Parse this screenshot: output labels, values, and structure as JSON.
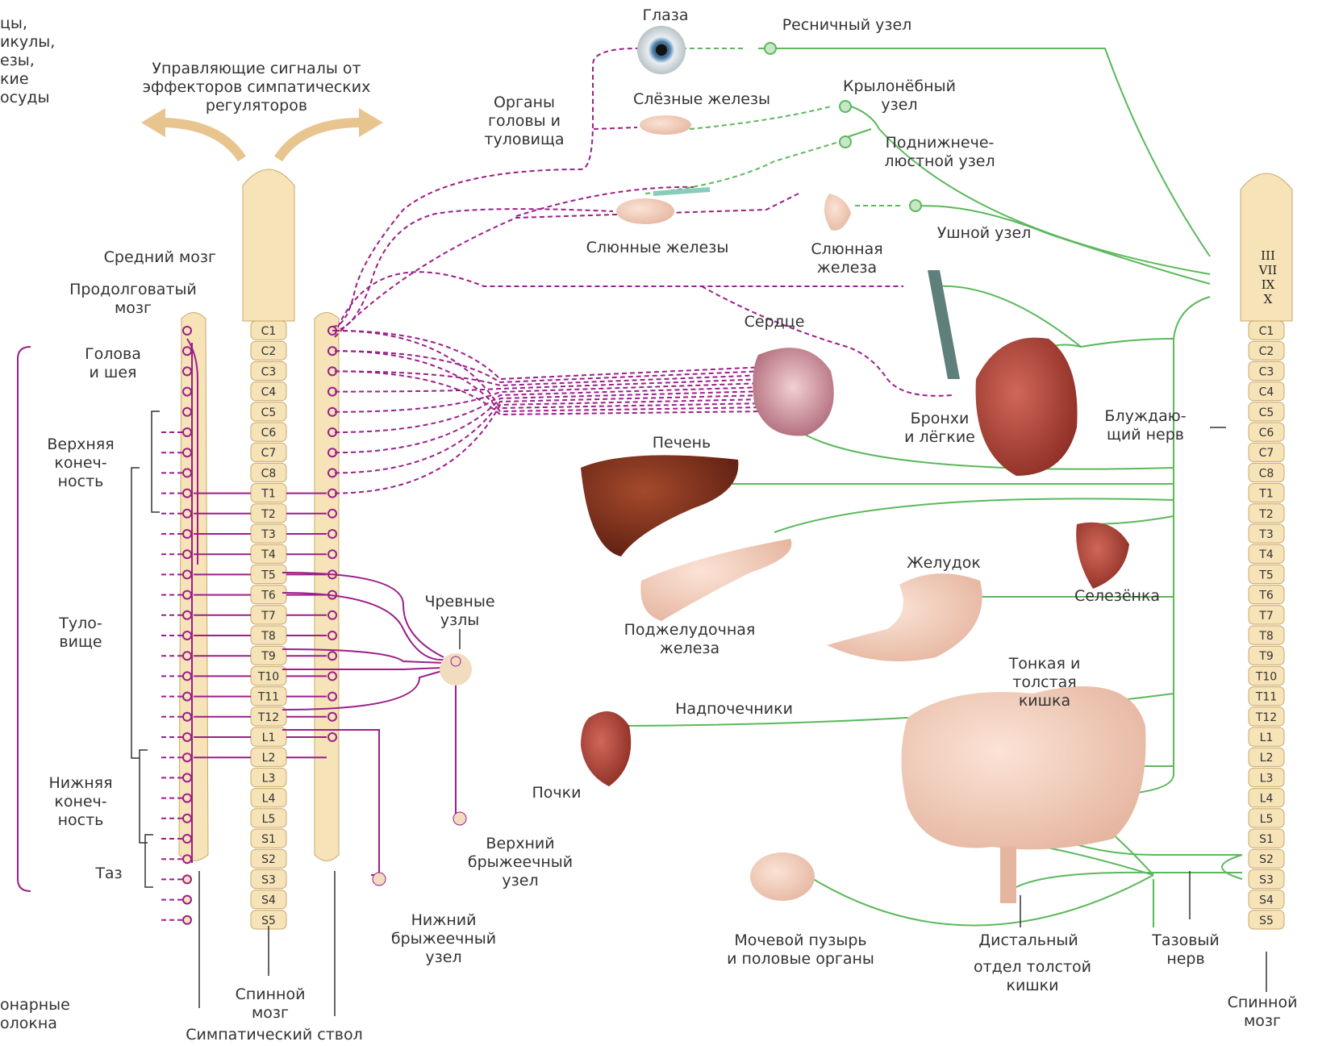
{
  "sympathetic": {
    "left_cut_text": "цы,\nикулы,\nезы,\nкие\nосуды",
    "control_signals": "Управляющие сигналы от\nэффекторов симпатических\nрегуляторов",
    "midbrain": "Средний мозг",
    "medulla": "Продолговатый\nмозг",
    "head_neck": "Голова\nи шея",
    "upper_limb": "Верхняя\nконеч-\nность",
    "trunk": "Туло-\nвище",
    "lower_limb": "Нижняя\nконеч-\nность",
    "pelvis": "Таз",
    "spinal_cord": "Спинной\nмозг",
    "sympathetic_trunk": "Симпатический ствол",
    "bottom_left_cut": "онарные\nолокна",
    "celiac_ganglia": "Чревные\nузлы",
    "superior_mesenteric": "Верхний\nбрыжеечный\nузел",
    "inferior_mesenteric": "Нижний\nбрыжеечный\nузел",
    "head_trunk_organs": "Органы\nголовы и\nтуловища"
  },
  "organs": {
    "eyes": "Глаза",
    "lacrimal": "Слёзные железы",
    "salivary": "Слюнные железы",
    "salivary_gland": "Слюнная\nжелеза",
    "heart": "Сердце",
    "bronchi_lungs": "Бронхи\nи лёгкие",
    "liver": "Печень",
    "pancreas": "Поджелудочная\nжелеза",
    "stomach": "Желудок",
    "spleen": "Селезёнка",
    "adrenals": "Надпочечники",
    "kidneys": "Почки",
    "intestine": "Тонкая и\nтолстая\nкишка",
    "bladder": "Мочевой пузырь\nи половые органы",
    "distal_colon_1": "Дистальный",
    "distal_colon_2": "отдел толстой\nкишки"
  },
  "parasympathetic": {
    "ciliary": "Ресничный узел",
    "pterygopalatine": "Крылонёбный\nузел",
    "submandibular": "Поднижнече-\nлюстной узел",
    "otic": "Ушной узел",
    "vagus": "Блуждаю-\nщий нерв",
    "pelvic_nerve": "Тазовый\nнерв",
    "spinal_cord": "Спинной\nмозг"
  },
  "cranial_nerves": [
    "III",
    "VII",
    "IX",
    "X"
  ],
  "segments": [
    "C1",
    "C2",
    "C3",
    "C4",
    "C5",
    "C6",
    "C7",
    "C8",
    "T1",
    "T2",
    "T3",
    "T4",
    "T5",
    "T6",
    "T7",
    "T8",
    "T9",
    "T10",
    "T11",
    "T12",
    "L1",
    "L2",
    "L3",
    "L4",
    "L5",
    "S1",
    "S2",
    "S3",
    "S4",
    "S5"
  ],
  "colors": {
    "cord": "#f7e3b8",
    "cord_stroke": "#c8a86a",
    "sympathetic": "#9b1f8a",
    "parasympathetic": "#5cb85c",
    "arrow": "#e8c58f"
  }
}
